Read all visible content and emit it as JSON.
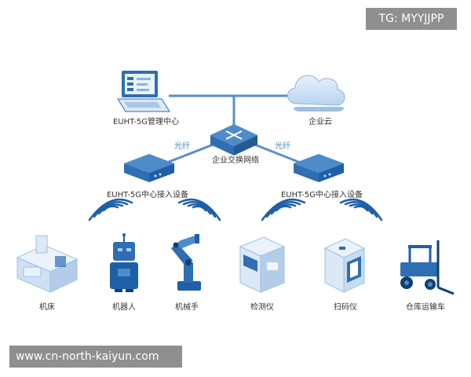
{
  "watermark_top": "TG: MYYJJPP",
  "watermark_bottom": "www.cn-north-kaiyun.com",
  "nodes": {
    "management_center": "EUHT-5G管理中心",
    "enterprise_cloud": "企业云",
    "switch": "企业交换网络",
    "fiber_left": "光纤",
    "fiber_right": "光纤",
    "access_left": "EUHT-5G中心接入设备",
    "access_right": "EUHT-5G中心接入设备"
  },
  "devices": [
    "机床",
    "机器人",
    "机械手",
    "检测仪",
    "扫码仪",
    "仓库运输车"
  ],
  "colors": {
    "line": "#5b8fc3",
    "device_blue": "#2f6eb3",
    "device_light": "#dbe8f5",
    "wave": "#1f5fa8",
    "banner": "#8f8f8f"
  }
}
